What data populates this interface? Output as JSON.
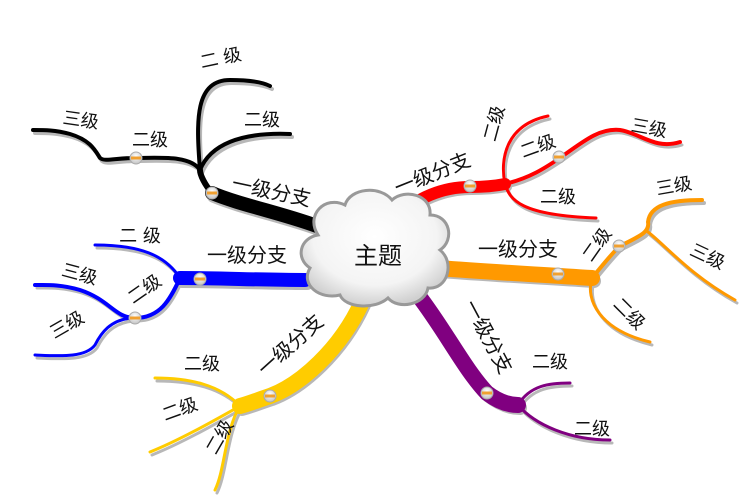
{
  "center": {
    "label": "主题"
  },
  "colors": {
    "black": "#000000",
    "red": "#ff0000",
    "blue": "#0000ff",
    "orange": "#ff9900",
    "yellow": "#ffcc00",
    "purple": "#800080",
    "collapse_dot": "#f0a030"
  },
  "branches": [
    {
      "label": "一级分支",
      "color": "black",
      "children": [
        "二 级",
        "二级",
        "二级"
      ],
      "grandchildren": [
        "三级"
      ]
    },
    {
      "label": "一级分支",
      "color": "red",
      "children": [
        "二级",
        "二级",
        "二级"
      ],
      "grandchildren": [
        "三级"
      ]
    },
    {
      "label": "一级分支",
      "color": "blue",
      "children": [
        "二 级",
        "二级"
      ],
      "grandchildren": [
        "三级",
        "三级"
      ]
    },
    {
      "label": "一级分支",
      "color": "orange",
      "children": [
        "二级",
        "二级"
      ],
      "grandchildren": [
        "三级",
        "三级"
      ]
    },
    {
      "label": "一级分支",
      "color": "yellow",
      "children": [
        "二级",
        "二级",
        "二级"
      ]
    },
    {
      "label": "一级分支",
      "color": "purple",
      "children": [
        "二级",
        "二级"
      ]
    }
  ]
}
